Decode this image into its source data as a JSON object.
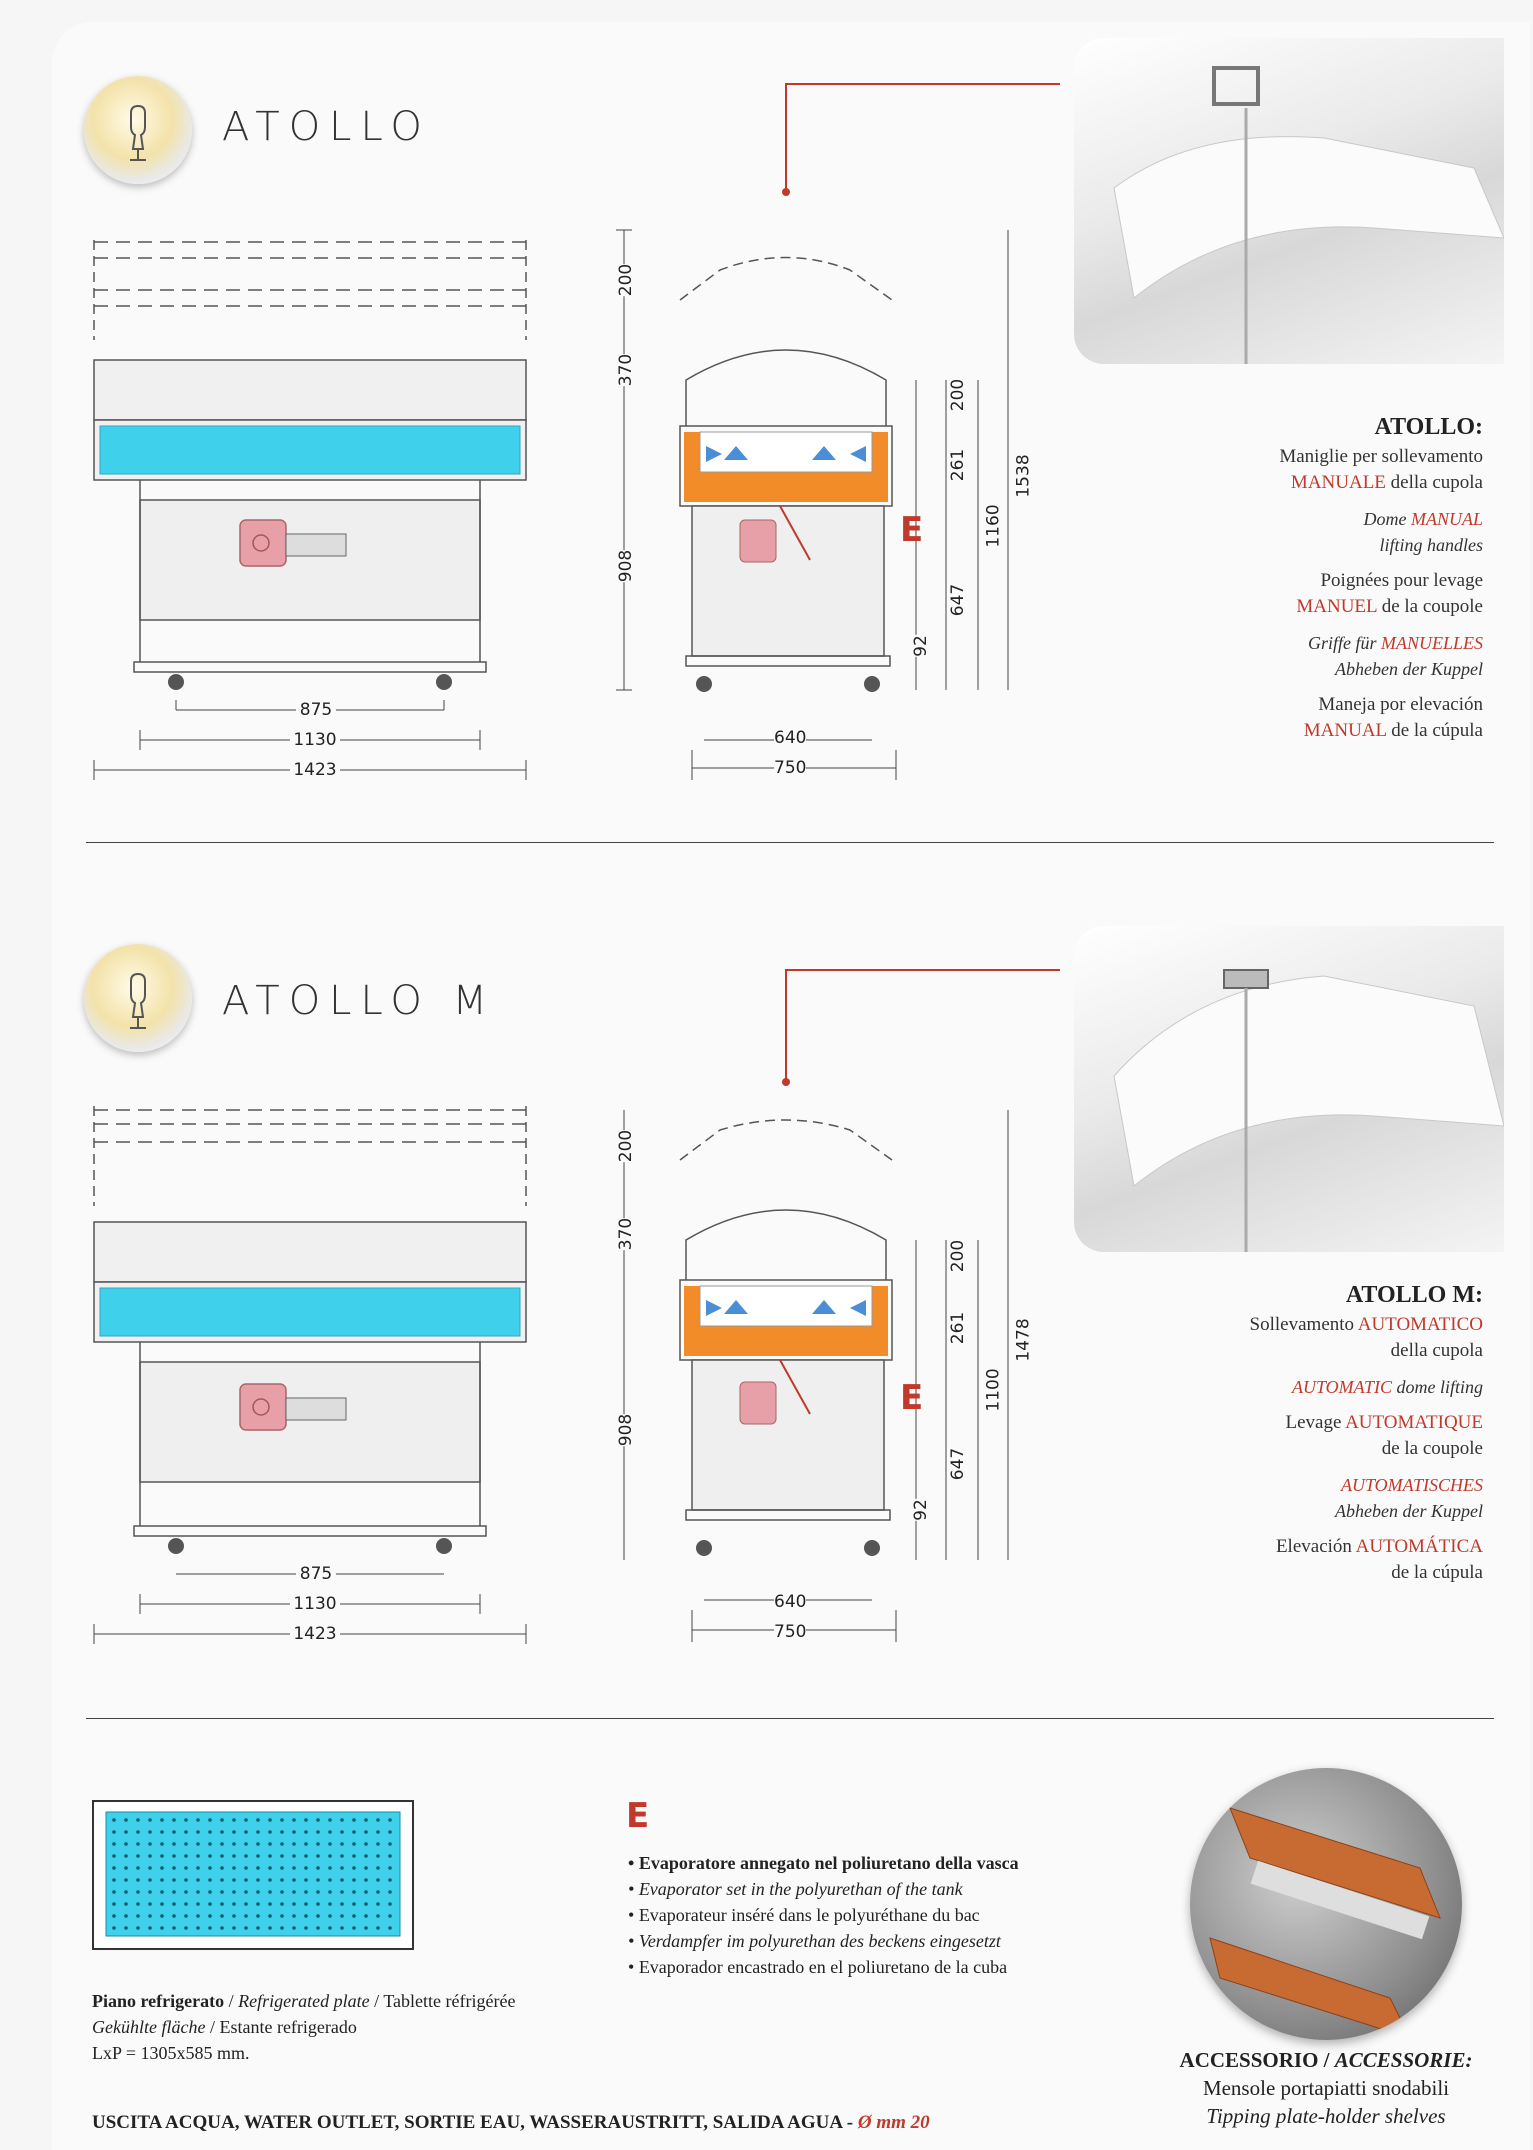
{
  "sections": [
    {
      "title": "ATOLLO",
      "front_dims": {
        "d1": "875",
        "d2": "1130",
        "d3": "1423"
      },
      "side_dims": {
        "h200a": "200",
        "h370": "370",
        "h908": "908",
        "h200b": "200",
        "h261": "261",
        "h647": "647",
        "h92": "92",
        "htotal": "1160",
        "hmax": "1538",
        "w640": "640",
        "w750": "750"
      },
      "e_label": "E",
      "desc": {
        "heading": "ATOLLO:",
        "it_pre": "Maniglie per sollevamento",
        "it_red": "MANUALE",
        "it_post": "della cupola",
        "en_pre": "Dome",
        "en_red": "MANUAL",
        "en_post": "lifting handles",
        "fr_pre": "Poignées pour levage",
        "fr_red": "MANUEL",
        "fr_post": "de la coupole",
        "de_pre": "Griffe für",
        "de_red": "MANUELLES",
        "de_post": "Abheben der Kuppel",
        "es_pre": "Maneja por elevación",
        "es_red": "MANUAL",
        "es_post": "de la cúpula"
      }
    },
    {
      "title": "ATOLLO M",
      "front_dims": {
        "d1": "875",
        "d2": "1130",
        "d3": "1423"
      },
      "side_dims": {
        "h200a": "200",
        "h370": "370",
        "h908": "908",
        "h200b": "200",
        "h261": "261",
        "h647": "647",
        "h92": "92",
        "htotal": "1100",
        "hmax": "1478",
        "w640": "640",
        "w750": "750"
      },
      "e_label": "E",
      "desc": {
        "heading": "ATOLLO M:",
        "it_pre": "Sollevamento",
        "it_red": "AUTOMATICO",
        "it_post": "della cupola",
        "en_red": "AUTOMATIC",
        "en_post": "dome lifting",
        "fr_pre": "Levage",
        "fr_red": "AUTOMATIQUE",
        "fr_post": "de la coupole",
        "de_red": "AUTOMATISCHES",
        "de_post": "Abheben der Kuppel",
        "es_pre": "Elevación",
        "es_red": "AUTOMÁTICA",
        "es_post": "de la cúpula"
      }
    }
  ],
  "plate": {
    "l1_b": "Piano refrigerato",
    "l1_sep1": "/",
    "l1_i": "Refrigerated plate",
    "l1_sep2": "/",
    "l1_fr": "Tablette réfrigérée",
    "l2_i": "Gekühlte fläche",
    "l2_sep": "/",
    "l2_es": "Estante refrigerado",
    "l3": "LxP = 1305x585 mm."
  },
  "evaporator": {
    "label": "E",
    "it": "Evaporatore annegato nel poliuretano della vasca",
    "en": "Evaporator set in the polyurethan of  the tank",
    "fr": "Evaporateur inséré dans le polyuréthane du bac",
    "de": "Verdampfer im polyurethan des beckens eingesetzt",
    "es": "Evaporador encastrado en el poliuretano de la cuba"
  },
  "outlet": {
    "text": "USCITA ACQUA, WATER OUTLET, SORTIE EAU, WASSERAUSTRITT, SALIDA AGUA -",
    "value": "Ø mm 20"
  },
  "accessory": {
    "l1_b": "ACCESSORIO /",
    "l1_bi": "ACCESSORIE:",
    "l2": "Mensole portapiatti snodabili",
    "l3": "Tipping plate-holder shelves"
  },
  "colors": {
    "accent_red": "#c0392b",
    "cyan": "#3fd0ec",
    "orange": "#f28c28",
    "motor_pink": "#e8a0a8"
  }
}
